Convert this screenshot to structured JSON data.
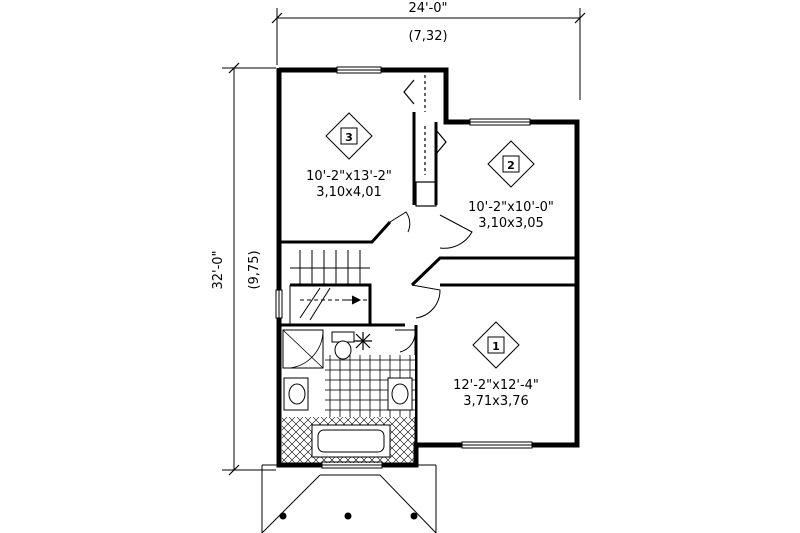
{
  "dimensions": {
    "width_imperial": "24'-0\"",
    "width_metric": "(7,32)",
    "depth_imperial": "32'-0\"",
    "depth_metric": "(9,75)"
  },
  "rooms": [
    {
      "number": "3",
      "size_imperial": "10'-2\"x13'-2\"",
      "size_metric": "3,10x4,01"
    },
    {
      "number": "2",
      "size_imperial": "10'-2\"x10'-0\"",
      "size_metric": "3,10x3,05"
    },
    {
      "number": "1",
      "size_imperial": "12'-2\"x12'-4\"",
      "size_metric": "3,71x3,76"
    }
  ]
}
